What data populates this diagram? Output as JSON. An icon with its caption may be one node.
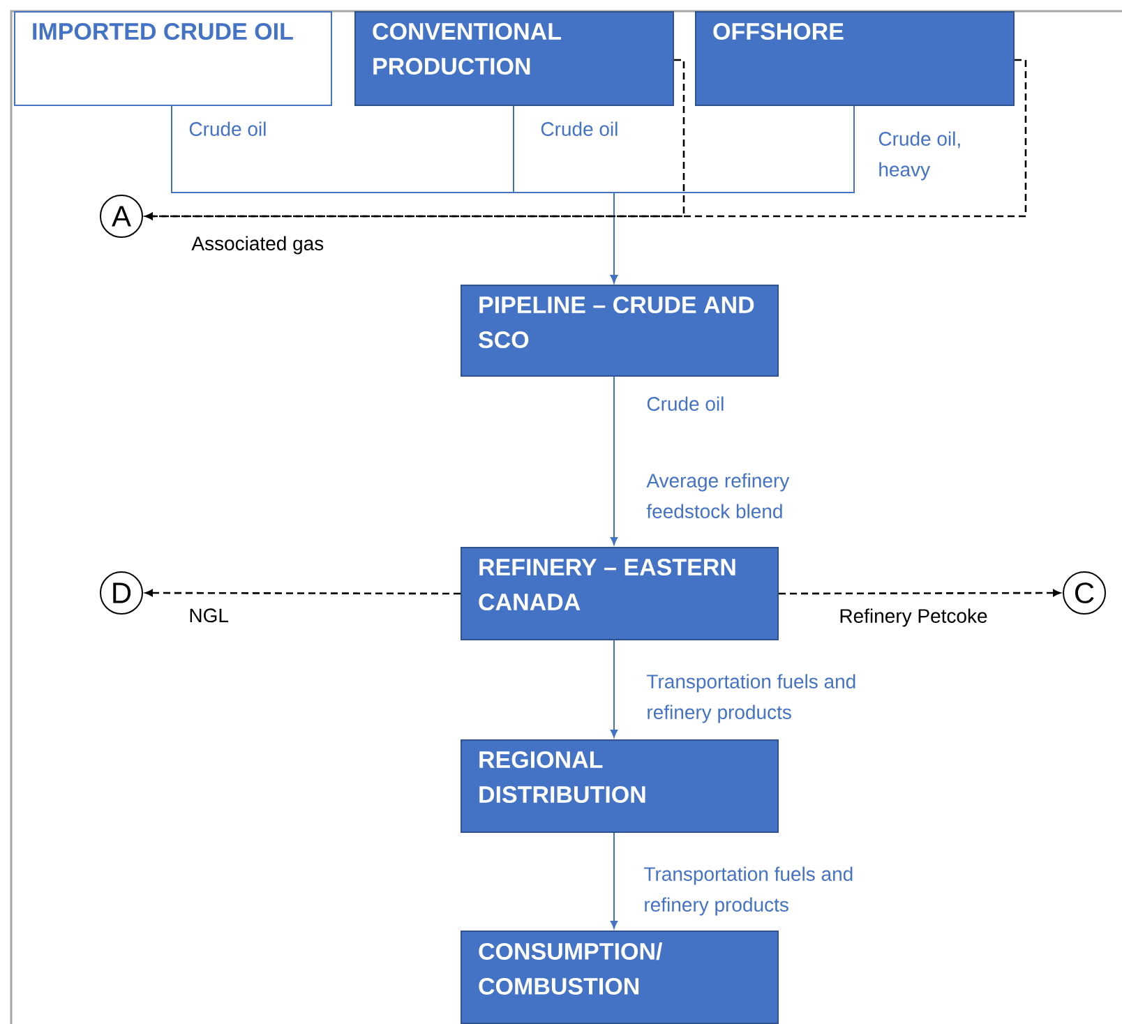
{
  "diagram": {
    "nodes": [
      {
        "text": [
          "IMPORTED CRUDE OIL"
        ]
      },
      {
        "text": [
          "CONVENTIONAL PRODUCTION"
        ]
      },
      {
        "text": [
          "OFFSHORE"
        ]
      },
      {
        "text": [
          "A"
        ]
      },
      {
        "text": [
          "PIPELINE – CRUDE AND SCO"
        ]
      },
      {
        "text": [
          "REFINERY – EASTERN CANADA"
        ]
      },
      {
        "text": [
          "D"
        ]
      },
      {
        "text": [
          "C"
        ]
      },
      {
        "text": [
          "REGIONAL DISTRIBUTION"
        ]
      },
      {
        "text": [
          "CONSUMPTION/ COMBUSTION"
        ]
      }
    ],
    "edges": [
      {
        "from": 0,
        "to": 4,
        "arrow": "to",
        "label": "Crude oil"
      },
      {
        "from": 1,
        "to": 4,
        "arrow": "to",
        "label": "Crude oil"
      },
      {
        "from": 2,
        "to": 4,
        "arrow": "to",
        "label": "Crude oil, heavy"
      },
      {
        "from": 1,
        "to": 3,
        "arrow": "to",
        "style": "dashed",
        "color": "#000000",
        "label": "Associated gas"
      },
      {
        "from": 2,
        "to": 3,
        "arrow": "to",
        "style": "dashed",
        "color": "#000000"
      },
      {
        "from": 4,
        "to": 5,
        "arrow": "to",
        "label": "Crude oil"
      },
      {
        "from": 5,
        "to": 6,
        "arrow": "to",
        "style": "dashed",
        "color": "#000000",
        "label": "NGL"
      },
      {
        "from": 5,
        "to": 7,
        "arrow": "to",
        "style": "dashed",
        "color": "#000000",
        "label": "Refinery Petcoke"
      },
      {
        "from": 5,
        "to": 8,
        "arrow": "to",
        "label": "Transportation fuels and refinery products"
      },
      {
        "from": 8,
        "to": 9,
        "arrow": "to",
        "label": "Transportation fuels and refinery products"
      }
    ],
    "labels": [
      "Average refinery feedstock blend"
    ]
  }
}
